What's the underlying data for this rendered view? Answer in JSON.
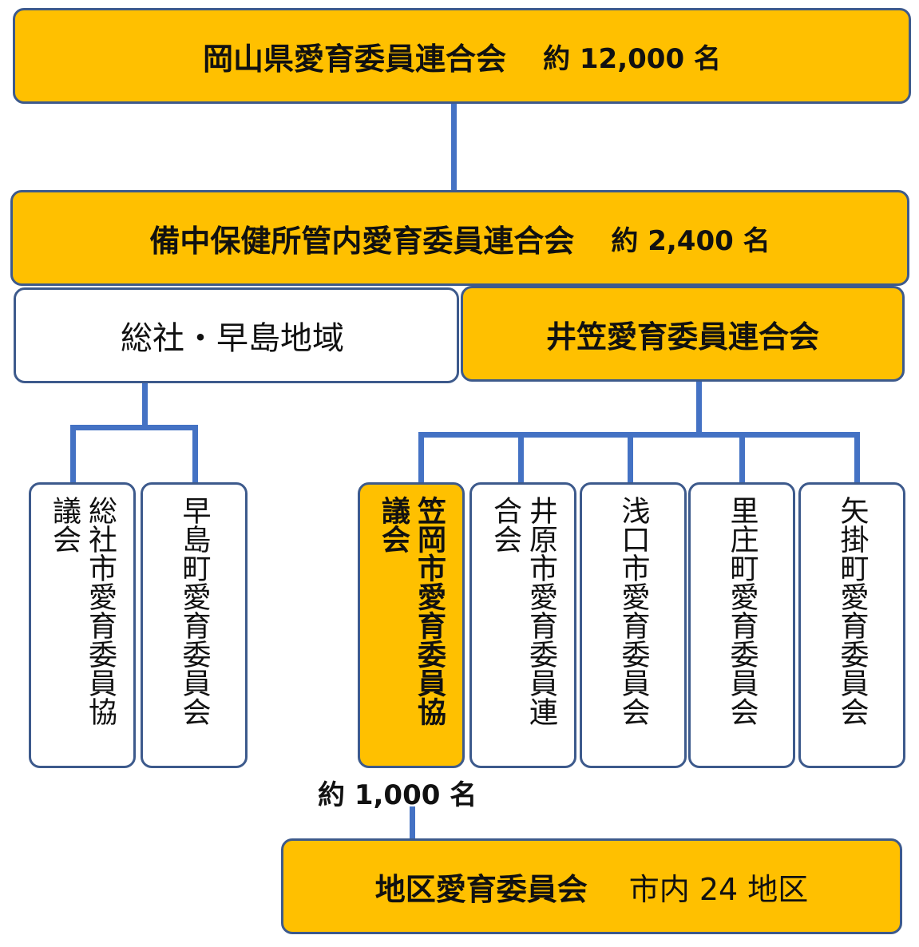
{
  "prefecture": {
    "name": "岡山県愛育委員連合会",
    "count": "約 12,000 名"
  },
  "bicchu": {
    "name": "備中保健所管内愛育委員連合会",
    "count": "約 2,400 名"
  },
  "soja_area": {
    "name": "総社・早島地域"
  },
  "ikasa": {
    "name": "井笠愛育委員連合会"
  },
  "soja_members": [
    {
      "name": "総社市愛育委員協議会"
    },
    {
      "name": "早島町愛育委員会"
    }
  ],
  "ikasa_members": [
    {
      "name": "笠岡市愛育委員協議会"
    },
    {
      "name": "井原市愛育委員連合会"
    },
    {
      "name": "浅口市愛育委員会"
    },
    {
      "name": "里庄町愛育委員会"
    },
    {
      "name": "矢掛町愛育委員会"
    }
  ],
  "kasaoka_count": "約 1,000 名",
  "district": {
    "name": "地区愛育委員会",
    "count": "市内 24 地区"
  },
  "colors": {
    "accent": "#ffc000",
    "border": "#3d5a8c",
    "connector": "#4472c4"
  }
}
